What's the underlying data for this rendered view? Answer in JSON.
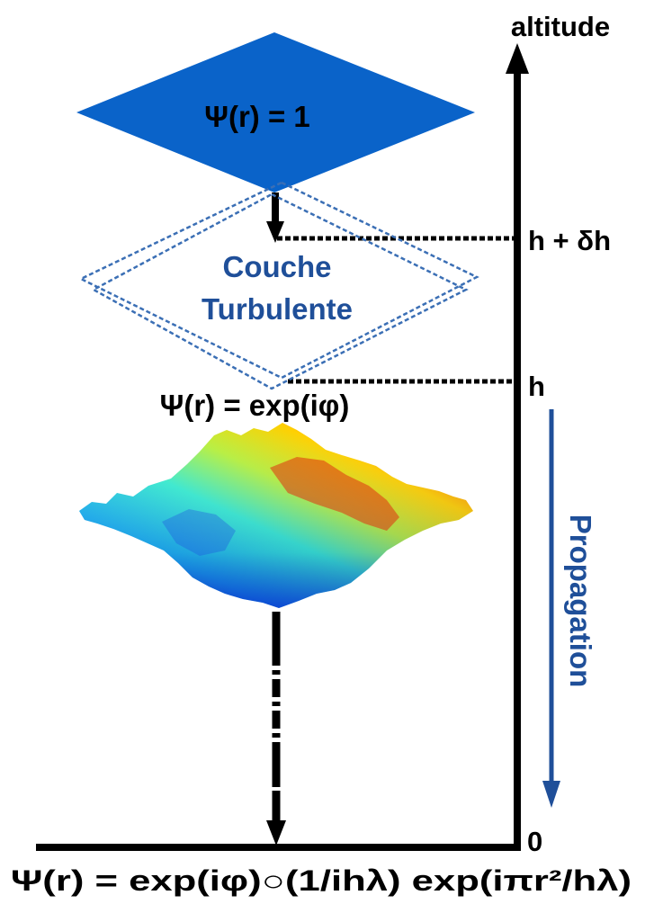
{
  "axis": {
    "title": "altitude",
    "tick_top": "h + δh",
    "tick_mid": "h",
    "tick_zero": "0"
  },
  "top_plane": {
    "label": "Ψ(r) = 1",
    "color": "#0a63c9"
  },
  "turbulent_layer": {
    "label_line1": "Couche",
    "label_line2": "Turbulente",
    "color": "#1f4f99"
  },
  "phase_screen": {
    "label": "Ψ(r) =  exp(iφ)"
  },
  "propagation": {
    "label": "Propagation",
    "color": "#1f4f99"
  },
  "bottom": {
    "label": "Ψ(r) =  exp(iφ)○(1/ihλ) exp(iπr²/hλ)"
  }
}
